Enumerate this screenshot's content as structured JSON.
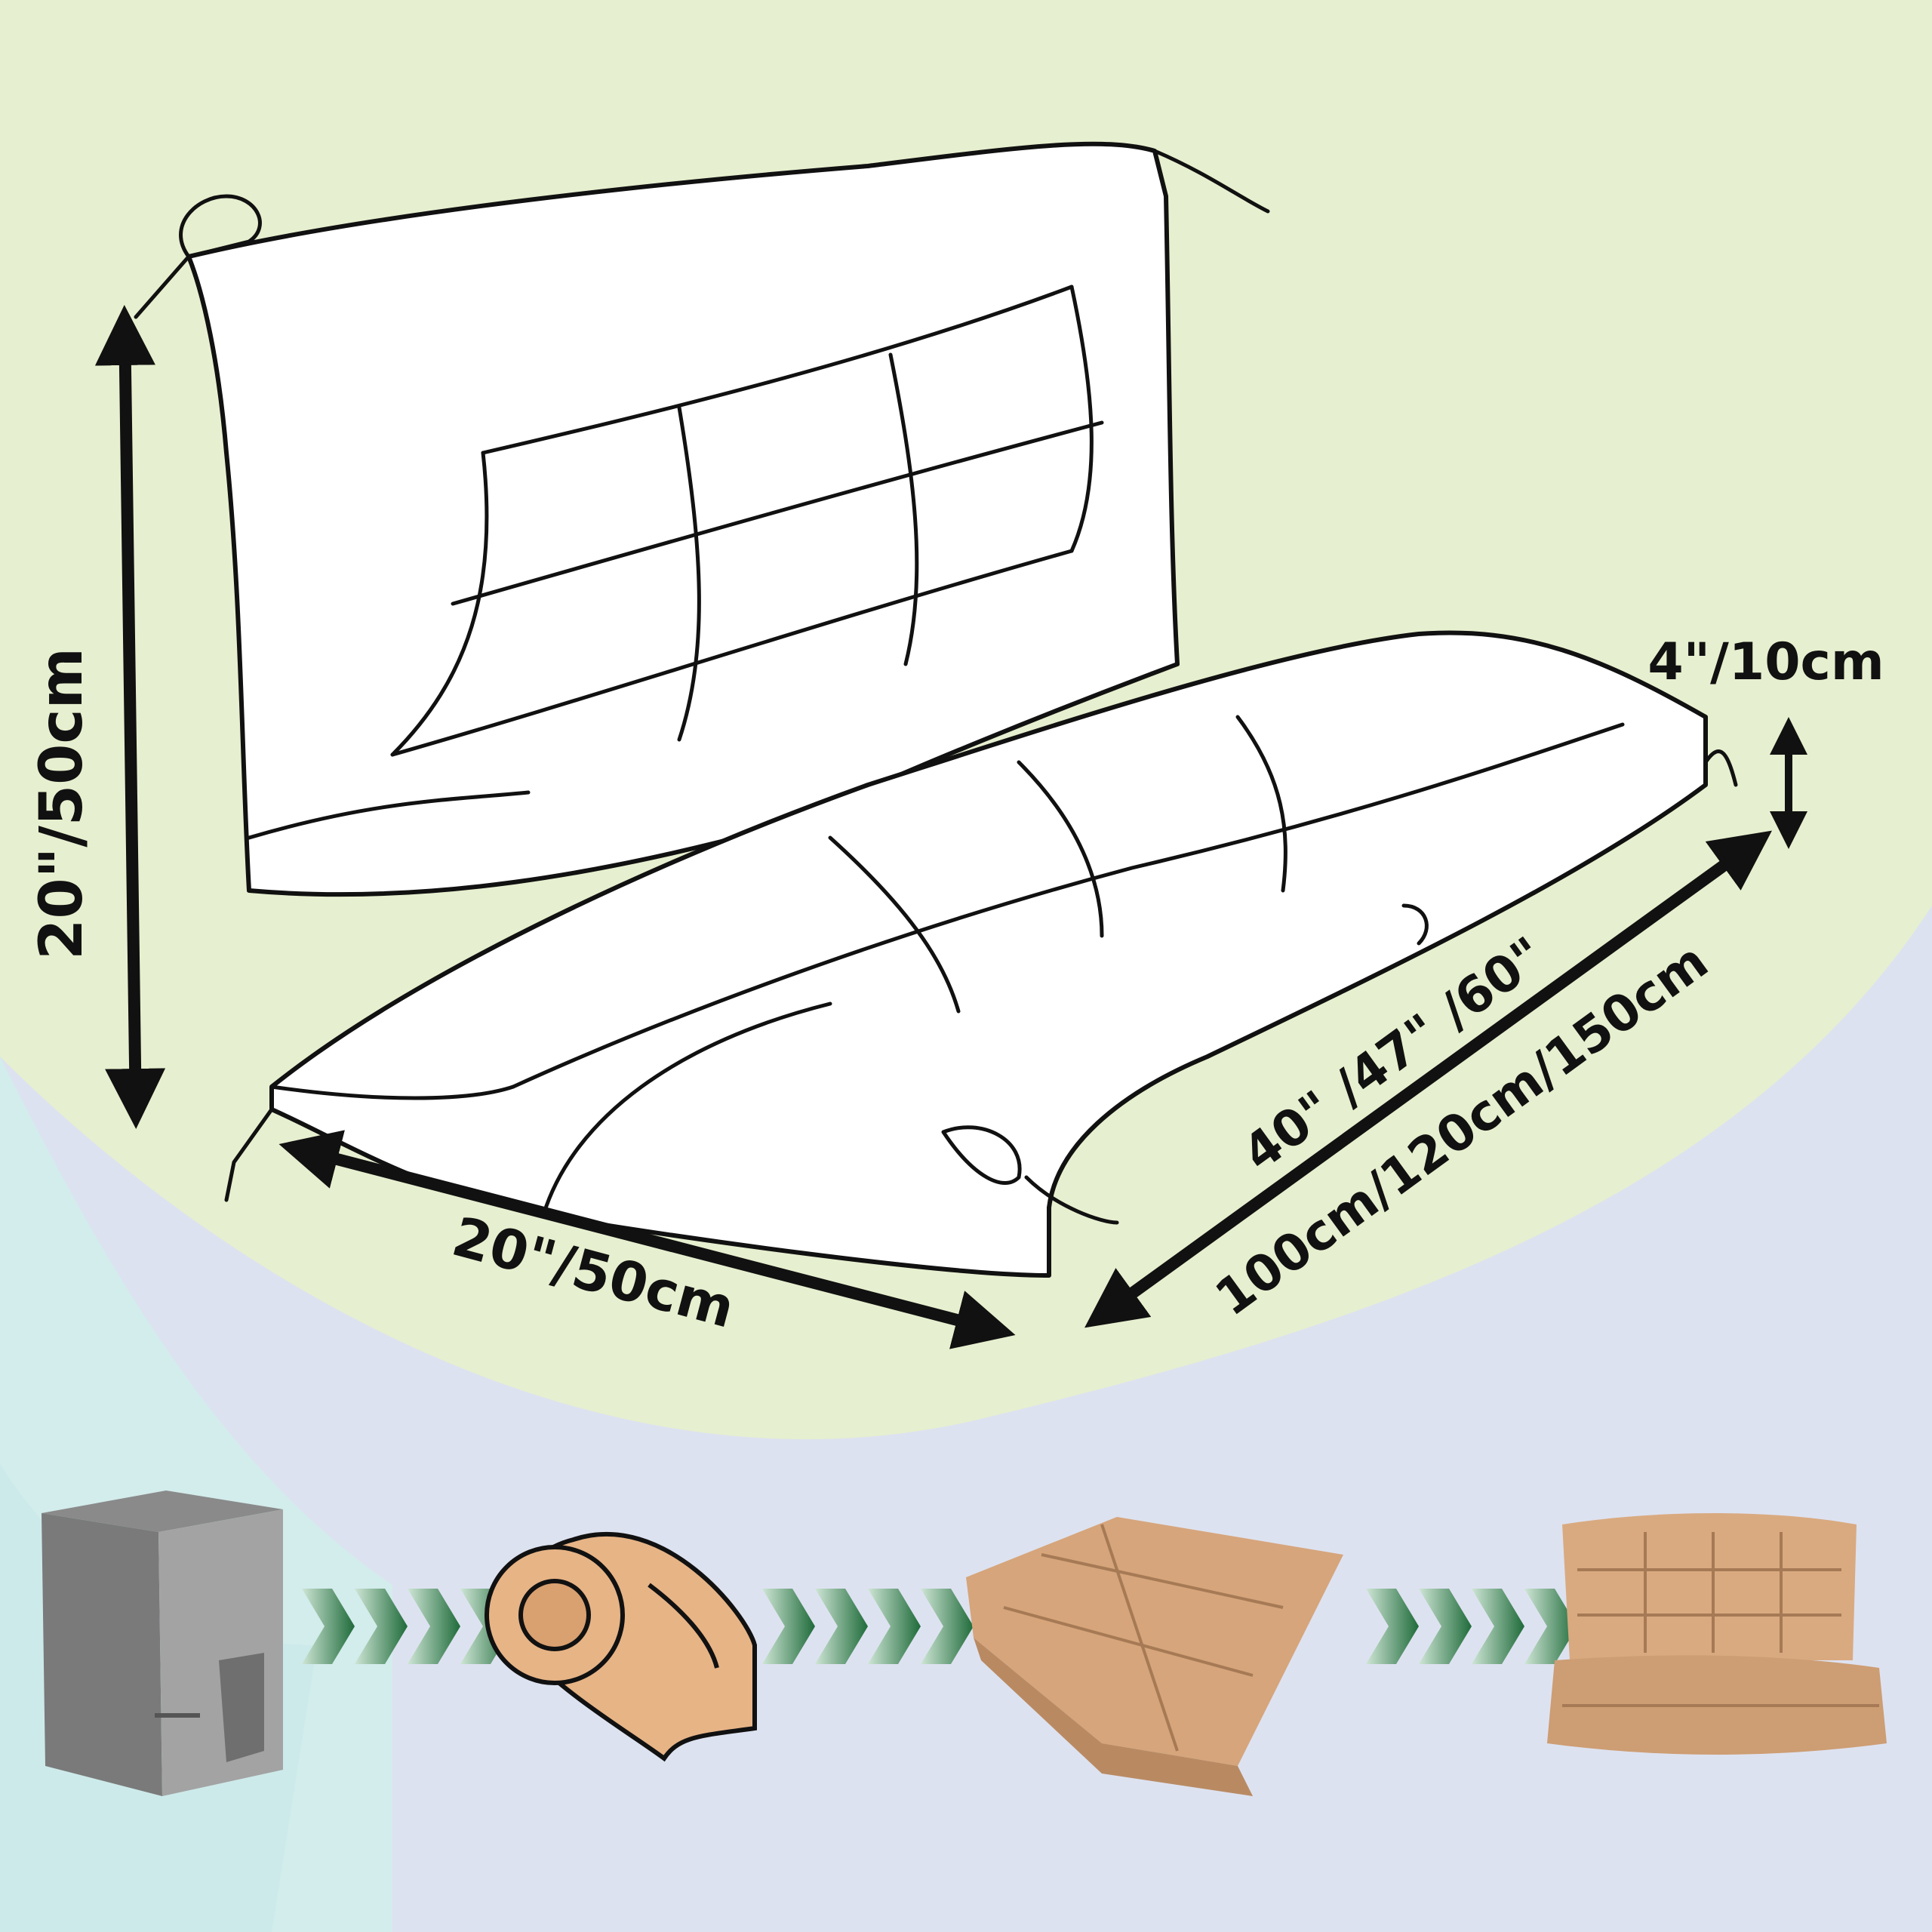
{
  "dimensions": {
    "back_height": "20\"/50cm",
    "seat_depth": "20\"/50cm",
    "thickness": "4\"/10cm",
    "length_inches": "40\" /47\" /60\"",
    "length_cm": "100cm/120cm/150cm"
  },
  "packaging_steps": [
    {
      "name": "box-icon"
    },
    {
      "name": "rolled-cushion-icon"
    },
    {
      "name": "flat-cushion-icon"
    },
    {
      "name": "unfolded-bench-cushion-icon"
    }
  ],
  "colors": {
    "background_green": "#e6efcf",
    "background_lavender": "#dde2f0",
    "background_cyan": "#d3ecec",
    "arrow_green": "#2e7d4a",
    "cushion_tan": "#d9aa80"
  }
}
